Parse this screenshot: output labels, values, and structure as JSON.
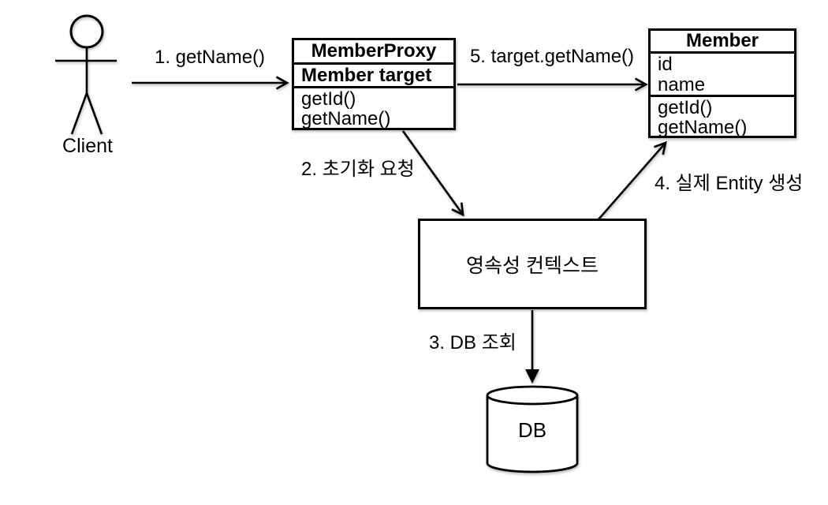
{
  "actor": {
    "label": "Client"
  },
  "classes": {
    "member_proxy": {
      "title": "MemberProxy",
      "field": "Member target",
      "methods": [
        "getId()",
        "getName()"
      ]
    },
    "member": {
      "title": "Member",
      "fields": [
        "id",
        "name"
      ],
      "methods": [
        "getId()",
        "getName()"
      ]
    }
  },
  "nodes": {
    "persistence_context": {
      "label": "영속성 컨텍스트"
    },
    "database": {
      "label": "DB"
    }
  },
  "arrows": {
    "step1": {
      "label": "1. getName()"
    },
    "step2": {
      "label": "2. 초기화 요청"
    },
    "step3": {
      "label": "3. DB 조회"
    },
    "step4": {
      "label": "4. 실제 Entity 생성"
    },
    "step5": {
      "label": "5. target.getName()"
    }
  },
  "colors": {
    "stroke": "#000000",
    "background": "#ffffff"
  }
}
